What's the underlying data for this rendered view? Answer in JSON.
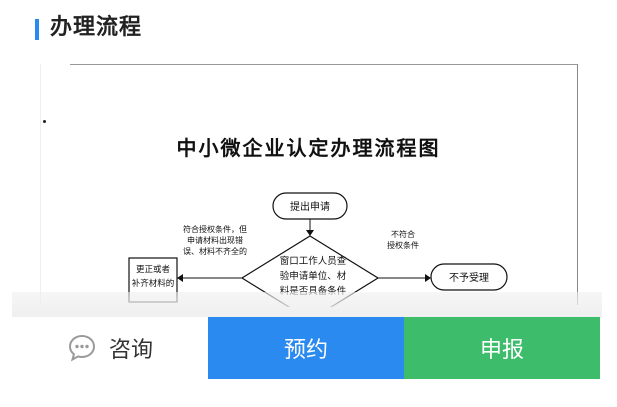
{
  "section": {
    "title": "办理流程",
    "accent_color": "#2b8af0"
  },
  "document": {
    "title": "中小微企业认定办理流程图",
    "flow": {
      "start": "提出申请",
      "review_lines": [
        "窗口工作人员查",
        "验申请单位、材",
        "料是否具备条件"
      ],
      "left_condition_lines": [
        "符合授权条件，但",
        "申请材料出现错",
        "误、材料不齐全的"
      ],
      "left_box_lines": [
        "更正或者",
        "补齐材料的"
      ],
      "right_condition_lines": [
        "不符合",
        "授权条件"
      ],
      "reject": "不予受理"
    }
  },
  "bottom_bar": {
    "consult_label": "咨询",
    "reserve_label": "预约",
    "apply_label": "申报",
    "reserve_color": "#2b8af0",
    "apply_color": "#3dbc6b"
  }
}
